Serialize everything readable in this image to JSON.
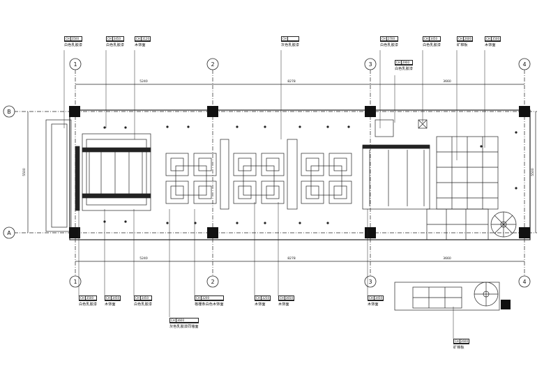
{
  "grid": {
    "columns": [
      "1",
      "2",
      "3",
      "4"
    ],
    "rows": [
      "B",
      "A"
    ],
    "dims_top": [
      "5240",
      "8278",
      "3660"
    ],
    "dims_bottom": [
      "5240",
      "8278",
      "3660"
    ],
    "dim_left": "5500",
    "dim_right": "5500"
  },
  "tags_top": [
    {
      "code": "CH",
      "height": "3500",
      "sub1": "",
      "sub2": "",
      "label": "白色乳胶漆"
    },
    {
      "code": "CH",
      "height": "3450",
      "sub1": "",
      "sub2": "",
      "label": "白色乳胶漆"
    },
    {
      "code": "CH",
      "height": "3120",
      "sub1": "",
      "sub2": "",
      "label": "木饰面"
    },
    {
      "code": "CH",
      "height": "",
      "sub1": "",
      "sub2": "",
      "label": "灰色乳胶漆"
    },
    {
      "code": "CH",
      "height": "2700",
      "sub1": "",
      "sub2": "",
      "label": "白色乳胶漆"
    },
    {
      "code": "CH",
      "height": "2900",
      "sub1": "",
      "sub2": "",
      "label": "白色乳胶漆"
    },
    {
      "code": "CH",
      "height": "3450",
      "sub1": "",
      "sub2": "",
      "label": "白色乳胶漆"
    },
    {
      "code": "CH",
      "height": "2600",
      "sub1": "",
      "sub2": "",
      "label": "矿棉板"
    },
    {
      "code": "CH",
      "height": "3500",
      "sub1": "",
      "sub2": "",
      "label": "木饰面"
    }
  ],
  "tags_bottom": [
    {
      "code": "CH",
      "height": "3500",
      "sub1": "",
      "sub2": "",
      "label": "白色乳胶漆"
    },
    {
      "code": "CH",
      "height": "3450",
      "sub1": "",
      "sub2": "",
      "label": "木饰面"
    },
    {
      "code": "CH",
      "height": "3450",
      "sub1": "",
      "sub2": "",
      "label": "白色乳胶漆"
    },
    {
      "code": "CH",
      "height": "3200",
      "sub1": "",
      "sub2": "",
      "label": "格栅条白色木饰面"
    },
    {
      "code": "CH",
      "height": "3600",
      "sub1": "",
      "sub2": "",
      "label": "灰色乳胶漆同墙面"
    },
    {
      "code": "CH",
      "height": "3250",
      "sub1": "",
      "sub2": "",
      "label": "木饰面"
    },
    {
      "code": "CH",
      "height": "3650",
      "sub1": "",
      "sub2": "",
      "label": "木饰面"
    },
    {
      "code": "CH",
      "height": "3450",
      "sub1": "",
      "sub2": "",
      "label": "木饰面"
    },
    {
      "code": "CH",
      "height": "2600",
      "sub1": "",
      "sub2": "",
      "label": "矿棉板"
    }
  ]
}
